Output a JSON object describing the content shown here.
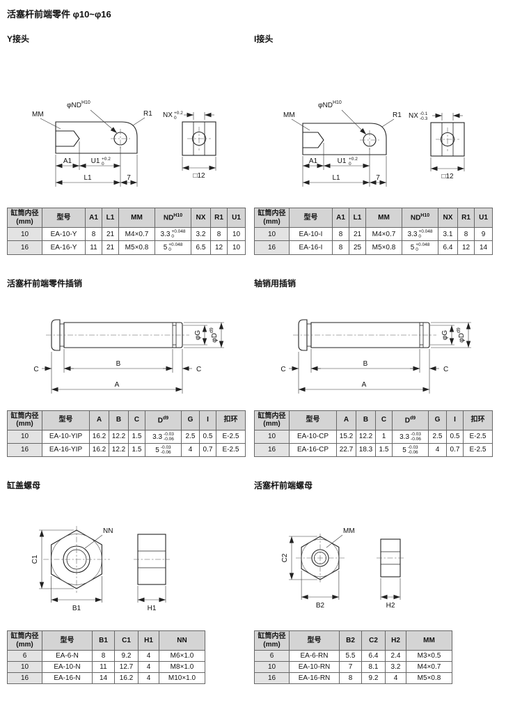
{
  "page_title": "活塞杆前端零件 φ10~φ16",
  "sections": {
    "y": {
      "heading": "Y接头"
    },
    "i": {
      "heading": "I接头"
    },
    "yip": {
      "heading": "活塞杆前端零件插销"
    },
    "cp": {
      "heading": "轴销用插销"
    },
    "n": {
      "heading": "缸盖螺母"
    },
    "rn": {
      "heading": "活塞杆前端螺母"
    }
  },
  "drawings": {
    "joint": {
      "mm": "MM",
      "nd": "φND",
      "nd_sup": "H10",
      "r1": "R1",
      "a1": "A1",
      "u1": "U1",
      "u1_tol_top": "+0.2",
      "u1_tol_bot": "0",
      "l1": "L1",
      "offset7": "7",
      "nx": "NX",
      "nx_y_tol_top": "+0.2",
      "nx_y_tol_bot": "0",
      "nx_i_tol_top": "-0.1",
      "nx_i_tol_bot": "-0.3",
      "square": "□12"
    },
    "pin": {
      "a": "A",
      "b": "B",
      "c": "C",
      "g": "φG",
      "d": "φD",
      "d_sup": "d9"
    },
    "nut_cap": {
      "nn": "NN",
      "b1": "B1",
      "c1": "C1",
      "h1": "H1"
    },
    "nut_rod": {
      "mm": "MM",
      "b2": "B2",
      "c2": "C2",
      "h2": "H2"
    }
  },
  "tables": {
    "y": {
      "headers": [
        "缸筒内径\n(mm)",
        "型号",
        "A1",
        "L1",
        "MM",
        {
          "v": "ND",
          "sup": "H10"
        },
        "NX",
        "R1",
        "U1"
      ],
      "rows": [
        [
          "10",
          "EA-10-Y",
          "8",
          "21",
          "M4×0.7",
          {
            "v": "3.3",
            "tt": "+0.048",
            "tb": "0"
          },
          "3.2",
          "8",
          "10"
        ],
        [
          "16",
          "EA-16-Y",
          "11",
          "21",
          "M5×0.8",
          {
            "v": "5",
            "tt": "+0.048",
            "tb": "0"
          },
          "6.5",
          "12",
          "10"
        ]
      ]
    },
    "i": {
      "headers": [
        "缸筒内径\n(mm)",
        "型号",
        "A1",
        "L1",
        "MM",
        {
          "v": "ND",
          "sup": "H10"
        },
        "NX",
        "R1",
        "U1"
      ],
      "rows": [
        [
          "10",
          "EA-10-I",
          "8",
          "21",
          "M4×0.7",
          {
            "v": "3.3",
            "tt": "+0.048",
            "tb": "0"
          },
          "3.1",
          "8",
          "9"
        ],
        [
          "16",
          "EA-16-I",
          "8",
          "25",
          "M5×0.8",
          {
            "v": "5",
            "tt": "+0.048",
            "tb": "0"
          },
          "6.4",
          "12",
          "14"
        ]
      ]
    },
    "yip": {
      "headers": [
        "缸筒内径\n(mm)",
        "型号",
        "A",
        "B",
        "C",
        {
          "v": "D",
          "sup": "d9"
        },
        "G",
        "I",
        "扣环"
      ],
      "rows": [
        [
          "10",
          "EA-10-YIP",
          "16.2",
          "12.2",
          "1.5",
          {
            "v": "3.3",
            "tt": "-0.03",
            "tb": "-0.06"
          },
          "2.5",
          "0.5",
          "E-2.5"
        ],
        [
          "16",
          "EA-16-YIP",
          "16.2",
          "12.2",
          "1.5",
          {
            "v": "5",
            "tt": "-0.03",
            "tb": "-0.06"
          },
          "4",
          "0.7",
          "E-2.5"
        ]
      ]
    },
    "cp": {
      "headers": [
        "缸筒内径\n(mm)",
        "型号",
        "A",
        "B",
        "C",
        {
          "v": "D",
          "sup": "d9"
        },
        "G",
        "I",
        "扣环"
      ],
      "rows": [
        [
          "10",
          "EA-10-CP",
          "15.2",
          "12.2",
          "1",
          {
            "v": "3.3",
            "tt": "-0.03",
            "tb": "-0.06"
          },
          "2.5",
          "0.5",
          "E-2.5"
        ],
        [
          "16",
          "EA-16-CP",
          "22.7",
          "18.3",
          "1.5",
          {
            "v": "5",
            "tt": "-0.03",
            "tb": "-0.06"
          },
          "4",
          "0.7",
          "E-2.5"
        ]
      ]
    },
    "n": {
      "headers": [
        "缸筒内径\n(mm)",
        "型号",
        "B1",
        "C1",
        "H1",
        "NN"
      ],
      "rows": [
        [
          "6",
          "EA-6-N",
          "8",
          "9.2",
          "4",
          "M6×1.0"
        ],
        [
          "10",
          "EA-10-N",
          "11",
          "12.7",
          "4",
          "M8×1.0"
        ],
        [
          "16",
          "EA-16-N",
          "14",
          "16.2",
          "4",
          "M10×1.0"
        ]
      ]
    },
    "rn": {
      "headers": [
        "缸筒内径\n(mm)",
        "型号",
        "B2",
        "C2",
        "H2",
        "MM"
      ],
      "rows": [
        [
          "6",
          "EA-6-RN",
          "5.5",
          "6.4",
          "2.4",
          "M3×0.5"
        ],
        [
          "10",
          "EA-10-RN",
          "7",
          "8.1",
          "3.2",
          "M4×0.7"
        ],
        [
          "16",
          "EA-16-RN",
          "8",
          "9.2",
          "4",
          "M5×0.8"
        ]
      ]
    }
  }
}
